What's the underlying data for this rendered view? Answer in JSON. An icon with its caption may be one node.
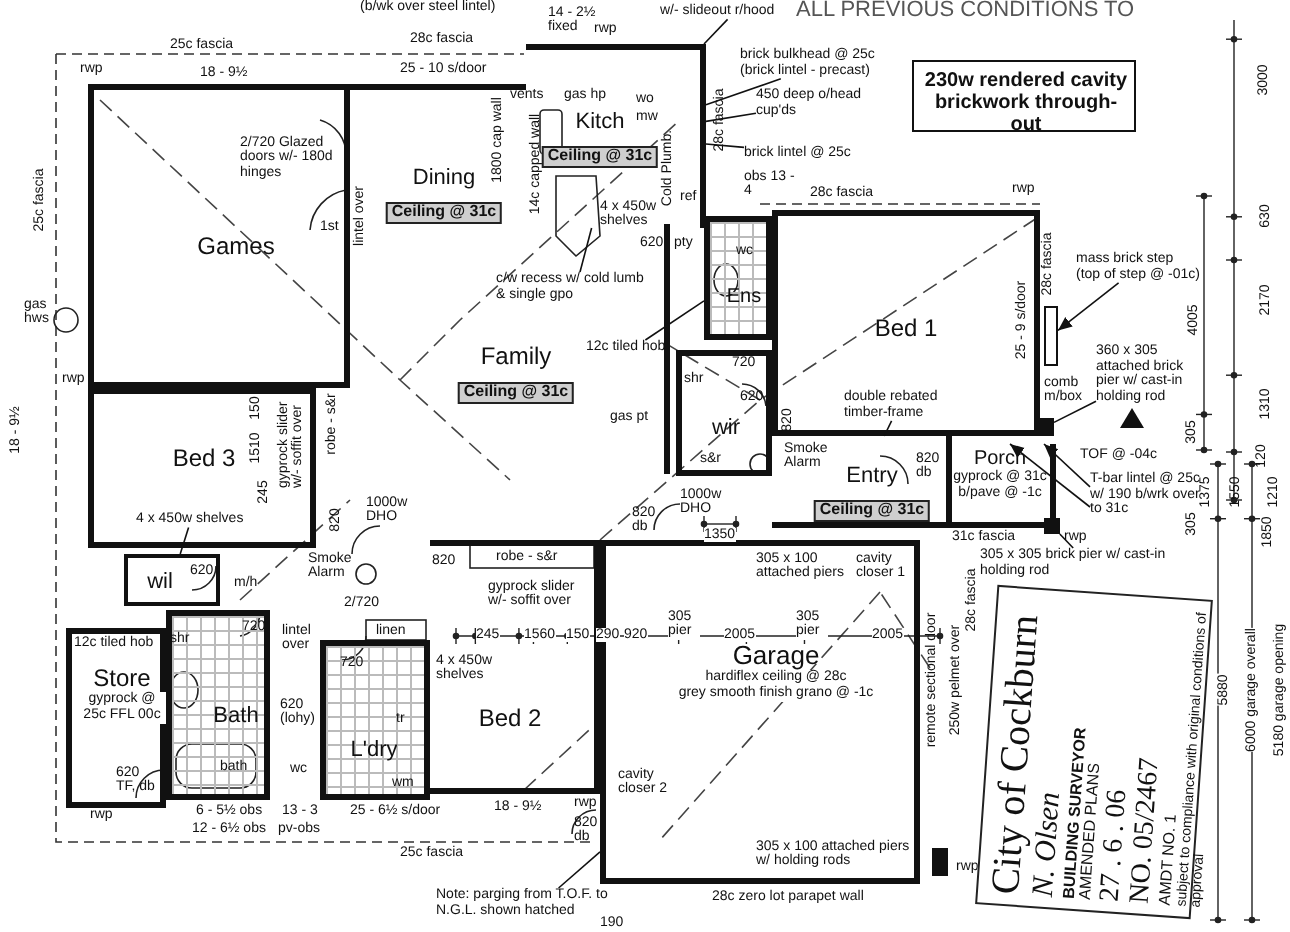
{
  "diagram": {
    "nodes": [
      {
        "text": [
          "Games"
        ]
      },
      {
        "text": [
          "Dining",
          "Ceiling @ 31c"
        ]
      },
      {
        "text": [
          "Kitch",
          "Ceiling @ 31c"
        ]
      },
      {
        "text": [
          "Family",
          "Ceiling @ 31c"
        ]
      },
      {
        "text": [
          "Ens"
        ]
      },
      {
        "text": [
          "Bed 1"
        ]
      },
      {
        "text": [
          "wir"
        ]
      },
      {
        "text": [
          "Entry",
          "Ceiling @ 31c"
        ]
      },
      {
        "text": [
          "Porch",
          "gyprock @ 31c b/pave @ -1c"
        ]
      },
      {
        "text": [
          "Bed 3"
        ]
      },
      {
        "text": [
          "wil"
        ]
      },
      {
        "text": [
          "Store",
          "gyprock @ 25c FFL 00c"
        ]
      },
      {
        "text": [
          "Bath"
        ]
      },
      {
        "text": [
          "L'dry"
        ]
      },
      {
        "text": [
          "Bed 2"
        ]
      },
      {
        "text": [
          "Garage",
          "hardiflex ceiling @ 28c",
          "grey smooth finish grano @ -1c"
        ]
      },
      {
        "text": [
          "230w rendered cavity brickwork through-out"
        ]
      },
      {
        "text": [
          "w/- slideout r/hood"
        ]
      },
      {
        "text": [
          "brick bulkhead @ 25c (brick lintel - precast)"
        ]
      },
      {
        "text": [
          "450 deep o/head cup'ds"
        ]
      },
      {
        "text": [
          "brick lintel @ 25c"
        ]
      },
      {
        "text": [
          "c/w recess w/ cold lumb & single gpo"
        ],
        "in": 3
      },
      {
        "text": [
          "12c tiled hob"
        ],
        "in": 3
      },
      {
        "text": [
          "double rebated timber-frame"
        ],
        "in": 5
      },
      {
        "text": [
          "mass brick step (top of step @ -01c)"
        ]
      },
      {
        "text": [
          "360 x 305 attached brick pier w/ cast-in holding rod"
        ]
      },
      {
        "text": [
          "T-bar lintel @ 25c w/ 190 b/wrk over to 31c"
        ]
      },
      {
        "text": [
          "305 x 305 brick pier w/ cast-in holding rod"
        ]
      },
      {
        "text": [
          "4 x 450w shelves"
        ],
        "in": 9
      },
      {
        "text": [
          "Note: parging from T.O.F. to N.G.L. shown hatched"
        ]
      },
      {
        "text": [],
        "shape": "box"
      },
      {
        "text": [],
        "shape": "box"
      },
      {
        "text": [],
        "shape": "box"
      }
    ],
    "edges": [
      {
        "from": 17,
        "to": 2,
        "arrow": "none"
      },
      {
        "from": 18,
        "to": 2,
        "arrow": "none"
      },
      {
        "from": 19,
        "to": 2,
        "arrow": "none"
      },
      {
        "from": 20,
        "to": 2,
        "arrow": "none"
      },
      {
        "from": 21,
        "to": 2,
        "arrow": "none"
      },
      {
        "from": 22,
        "to": 4,
        "arrow": "none"
      },
      {
        "from": 23,
        "to": 7,
        "arrow": "none"
      },
      {
        "from": 24,
        "to": 30,
        "arrow": "to"
      },
      {
        "from": 25,
        "to": 31,
        "arrow": "none"
      },
      {
        "from": 26,
        "to": 8,
        "arrow": "to"
      },
      {
        "from": 26,
        "to": 8,
        "arrow": "to"
      },
      {
        "from": 27,
        "to": 32,
        "arrow": "none"
      },
      {
        "from": 28,
        "to": 10,
        "arrow": "none"
      },
      {
        "from": 29,
        "to": 15,
        "arrow": "none"
      }
    ],
    "labels": [
      "(b/wk over steel lintel)",
      "14 - 2½ fixed",
      "rwp",
      "ALL PREVIOUS CONDITIONS TO",
      "25c fascia",
      "28c fascia",
      "rwp",
      "18 - 9½",
      "25 - 10 s/door",
      "25c fascia",
      "gas hws",
      "rwp",
      "2/720 Glazed doors w/- 180d hinges",
      "1st",
      "lintel over",
      "1800 cap wall",
      "vents",
      "14c capped wall",
      "gas hp",
      "wo",
      "mw",
      "Cold Plumb.",
      "ref",
      "4 x 450w shelves",
      "620",
      "pty",
      "28c fascia",
      "obs 13 - 4",
      "28c fascia",
      "wc",
      "shr",
      "720",
      "gas pt",
      "620",
      "820",
      "s&r",
      "Smoke Alarm",
      "820 db",
      "rwp",
      "28c fascia",
      "25 - 9 s/door",
      "comb m/box",
      "3000",
      "630",
      "2170",
      "4005",
      "1310",
      "305",
      "TOF @ -04c",
      "120",
      "1375",
      "1550",
      "1210",
      "305",
      "1850",
      "5880",
      "6000 garage overall",
      "5180 garage opening",
      "18 - 9½",
      "150",
      "1510",
      "gyprock slider w/- soffit over",
      "robe - s&r",
      "245",
      "820",
      "1000w DHO",
      "620",
      "m/h",
      "Smoke Alarm",
      "2/720",
      "720",
      "lintel over",
      "linen",
      "12c tiled hob",
      "shr",
      "720",
      "620 (lohy)",
      "wc",
      "tr",
      "bath",
      "wm",
      "620 TF, db",
      "rwp",
      "6 - 5½ obs",
      "12 - 6½ obs",
      "13 - 3",
      "pv-obs",
      "25 - 6½ s/door",
      "25c fascia",
      "1000w DHO",
      "820 db",
      "1350",
      "820",
      "robe - s&r",
      "gyprock slider w/- soffit over",
      "245",
      "1560",
      "150",
      "290",
      "920",
      "305 pier",
      "2005",
      "305 pier",
      "2005",
      "4 x 450w shelves",
      "305 x 100 attached piers",
      "cavity closer 1",
      "31c fascia",
      "rwp",
      "remote sectional door",
      "250w pelmet over",
      "28c fascia",
      "18 - 9½",
      "rwp",
      "820 db",
      "cavity closer 2",
      "305 x 100 attached piers w/ holding rods",
      "28c zero lot parapet wall",
      "rwp",
      "190",
      "City of Cockburn",
      "N. Olsen",
      "BUILDING SURVEYOR",
      "AMENDED PLANS",
      "27 . 6 . 06",
      "NO. 05/2467",
      "AMDT NO. 1",
      "subject to compliance with original conditions of approval"
    ]
  }
}
